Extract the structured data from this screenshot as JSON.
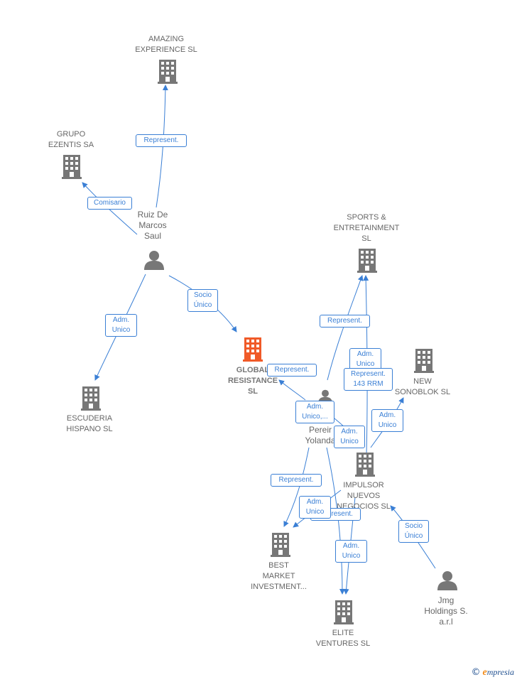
{
  "nodes": {
    "amazing": "AMAZING\nEXPERIENCE SL",
    "grupo": "GRUPO\nEZENTIS SA",
    "ruiz": "Ruiz De\nMarcos\nSaul",
    "sports": "SPORTS &\nENTRETAINMENT\nSL",
    "global": "GLOBAL\nRESISTANCE\nSL",
    "newsonoblok": "NEW\nSONOBLOK  SL",
    "escuderia": "ESCUDERIA\nHISPANO  SL",
    "pereira": "o\nPereir\nYolanda",
    "impulsor": "IMPULSOR\nNUEVOS\nNEGOCIOS SL",
    "best": "BEST\nMARKET\nINVESTMENT...",
    "jmg": "Jmg\nHoldings S.\na.r.l",
    "elite": "ELITE\nVENTURES  SL"
  },
  "edges": {
    "represent": "Represent.",
    "comisario": "Comisario",
    "socio_unico": "Socio\nÚnico",
    "adm_unico": "Adm.\nUnico",
    "adm_unico_trunc": "Adm.\nUnico,...",
    "represent_143": "Represent.\n143 RRM"
  },
  "logo": {
    "copyright": "©",
    "e_letter": "e",
    "rest": "mpresia"
  },
  "colors": {
    "building_gray": "#777777",
    "building_central": "#f05a28",
    "edge_blue": "#3a7fd5"
  },
  "icons": {
    "company": "building-icon",
    "person": "person-icon"
  }
}
